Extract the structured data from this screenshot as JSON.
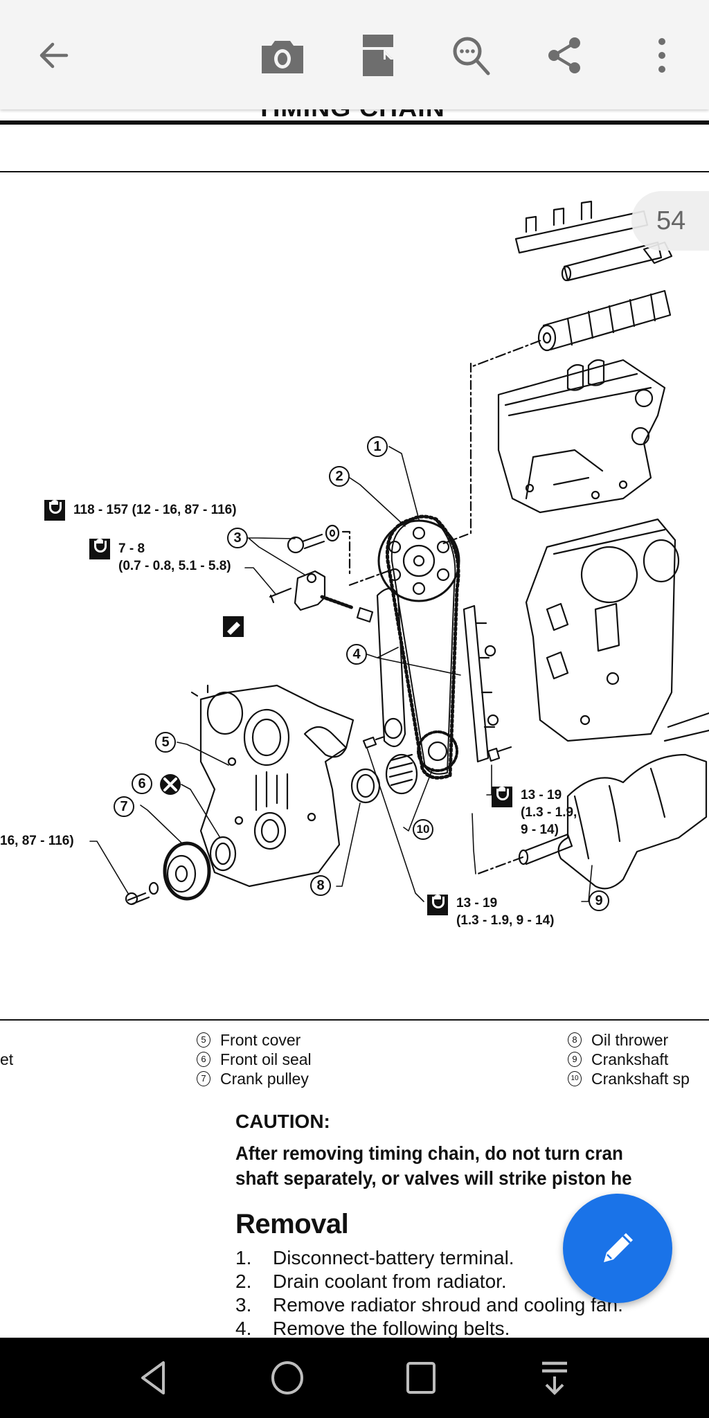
{
  "app_bar": {
    "back_icon": "arrow-left-icon",
    "actions": [
      {
        "name": "screenshot",
        "icon": "camera-icon"
      },
      {
        "name": "page-layout",
        "icon": "document-page-icon"
      },
      {
        "name": "search-in-document",
        "icon": "search-more-icon"
      },
      {
        "name": "share",
        "icon": "share-icon"
      },
      {
        "name": "more-options",
        "icon": "more-vert-icon"
      }
    ]
  },
  "document": {
    "section_header_partial": "TIMING CHAIN",
    "page_number": "54",
    "diagram": {
      "callouts": [
        "1",
        "2",
        "3",
        "4",
        "5",
        "6",
        "7",
        "8",
        "9",
        "10"
      ],
      "torque_specs": [
        {
          "id": "camshaft-sprocket-bolt",
          "line1": "118 - 157 (12 - 16, 87 - 116)",
          "line2": ""
        },
        {
          "id": "tensioner-bolt",
          "line1": "7 - 8",
          "line2": "(0.7 - 0.8, 5.1 - 5.8)"
        },
        {
          "id": "crank-pulley-bolt-partial",
          "line1": "16, 87 - 116)",
          "line2": ""
        },
        {
          "id": "chain-guide-bolt",
          "line1": "13 - 19",
          "line2": "(1.3 - 1.9,",
          "line3": "9 - 14)"
        },
        {
          "id": "oil-thrower-bolt",
          "line1": "13 - 19",
          "line2": "(1.3 - 1.9, 9 - 14)"
        }
      ],
      "symbols": {
        "torque": "wrench-torque-icon",
        "sealant": "sealant-icon",
        "replace": "do-not-reuse-icon"
      }
    },
    "legend": {
      "left_partial": "et",
      "middle": [
        {
          "num": "5",
          "label": "Front cover"
        },
        {
          "num": "6",
          "label": "Front oil seal"
        },
        {
          "num": "7",
          "label": "Crank pulley"
        }
      ],
      "right": [
        {
          "num": "8",
          "label": "Oil thrower"
        },
        {
          "num": "9",
          "label": "Crankshaft"
        },
        {
          "num": "10",
          "label": "Crankshaft sp"
        }
      ]
    },
    "caution": {
      "title": "CAUTION:",
      "line1": "After removing timing chain, do not turn cran",
      "line2": "shaft separately, or valves will strike piston he"
    },
    "removal": {
      "title": "Removal",
      "steps": [
        {
          "n": "1.",
          "text": "Disconnect-battery terminal."
        },
        {
          "n": "2.",
          "text": "Drain coolant from radiator."
        },
        {
          "n": "3.",
          "text": "Remove radiator shroud and cooling fan."
        },
        {
          "n": "4.",
          "text": "Remove the following belts."
        }
      ]
    }
  },
  "fab": {
    "icon": "pencil-icon",
    "action": "edit"
  },
  "system_nav": {
    "buttons": [
      {
        "name": "back",
        "icon": "nav-back-icon"
      },
      {
        "name": "home",
        "icon": "nav-home-icon"
      },
      {
        "name": "recents",
        "icon": "nav-recents-icon"
      },
      {
        "name": "notifications",
        "icon": "nav-pull-down-icon"
      }
    ]
  },
  "colors": {
    "app_bar_bg": "#f4f4f4",
    "icon_gray": "#6e6e6e",
    "fab_blue": "#1a73e8",
    "nav_bar_bg": "#000000",
    "ink": "#111111"
  }
}
